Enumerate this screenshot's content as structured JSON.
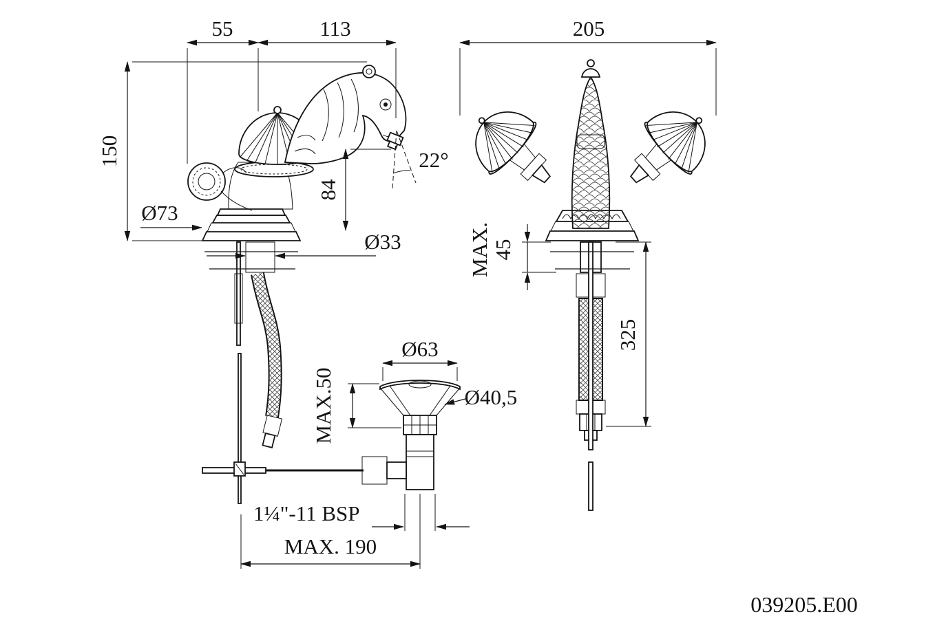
{
  "drawing": {
    "part_number": "039205.E00",
    "dims": {
      "w55": "55",
      "w113": "113",
      "w205": "205",
      "h150": "150",
      "dia73": "Ø73",
      "h84": "84",
      "angle22": "22°",
      "dia33": "Ø33",
      "max_label": "MAX.",
      "v45": "45",
      "v325": "325",
      "dia63": "Ø63",
      "max50": "MAX.50",
      "dia405": "Ø40,5",
      "thread": "1¼\"-11 BSP",
      "max190": "MAX. 190"
    }
  }
}
